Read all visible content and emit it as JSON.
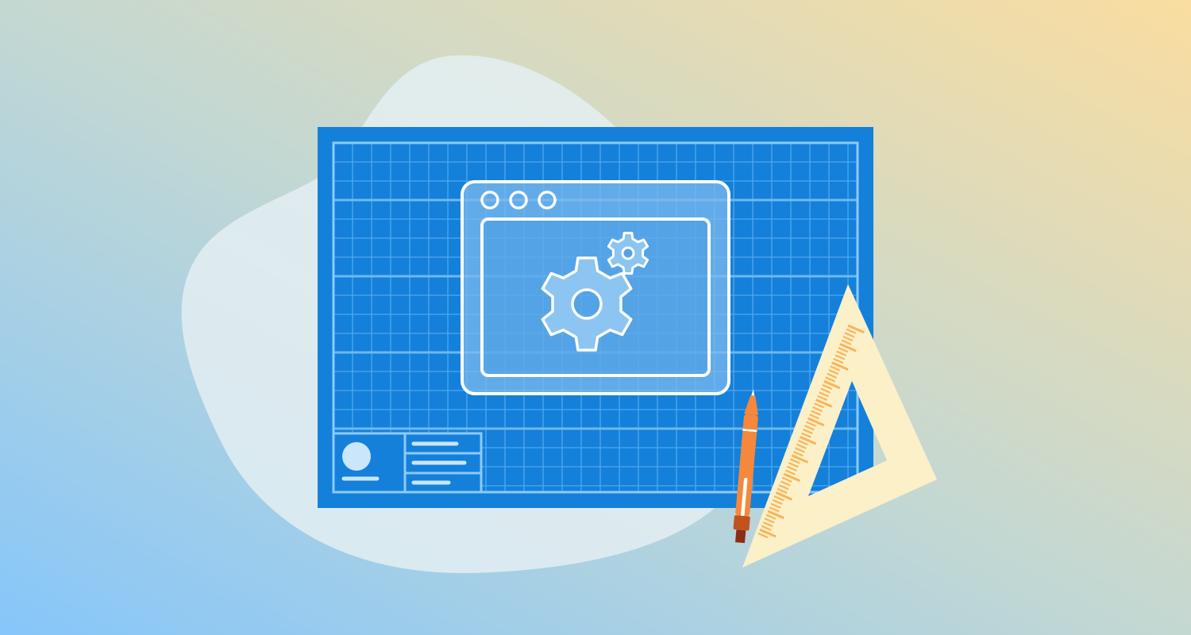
{
  "illustration": {
    "subject": "blueprint-app-settings",
    "background_gradient": {
      "from": "#86C6FA",
      "mid": "#C4D8D2",
      "to": "#FADDA0"
    },
    "blob_color": "#E4EEF2",
    "blueprint": {
      "paper_color": "#1480DA",
      "grid_minor_color": "#4EA8F0",
      "grid_major_color": "#6CB8F4",
      "border_color": "#8CCAF7",
      "window_fill": "#7CB9EE",
      "stroke_color": "#FFFFFF",
      "title_block_fill": "#C9E6FB",
      "window_dots": 3,
      "title_block_lines": 3
    },
    "icons": [
      "large-gear-icon",
      "small-gear-icon",
      "avatar-icon"
    ],
    "pen": {
      "body_color": "#F5883A",
      "clip_color": "#FFFFFF",
      "tip_color": "#8B2E12"
    },
    "set_square": {
      "body_color": "#FCF0C8",
      "tick_color": "#F8B45A"
    }
  }
}
